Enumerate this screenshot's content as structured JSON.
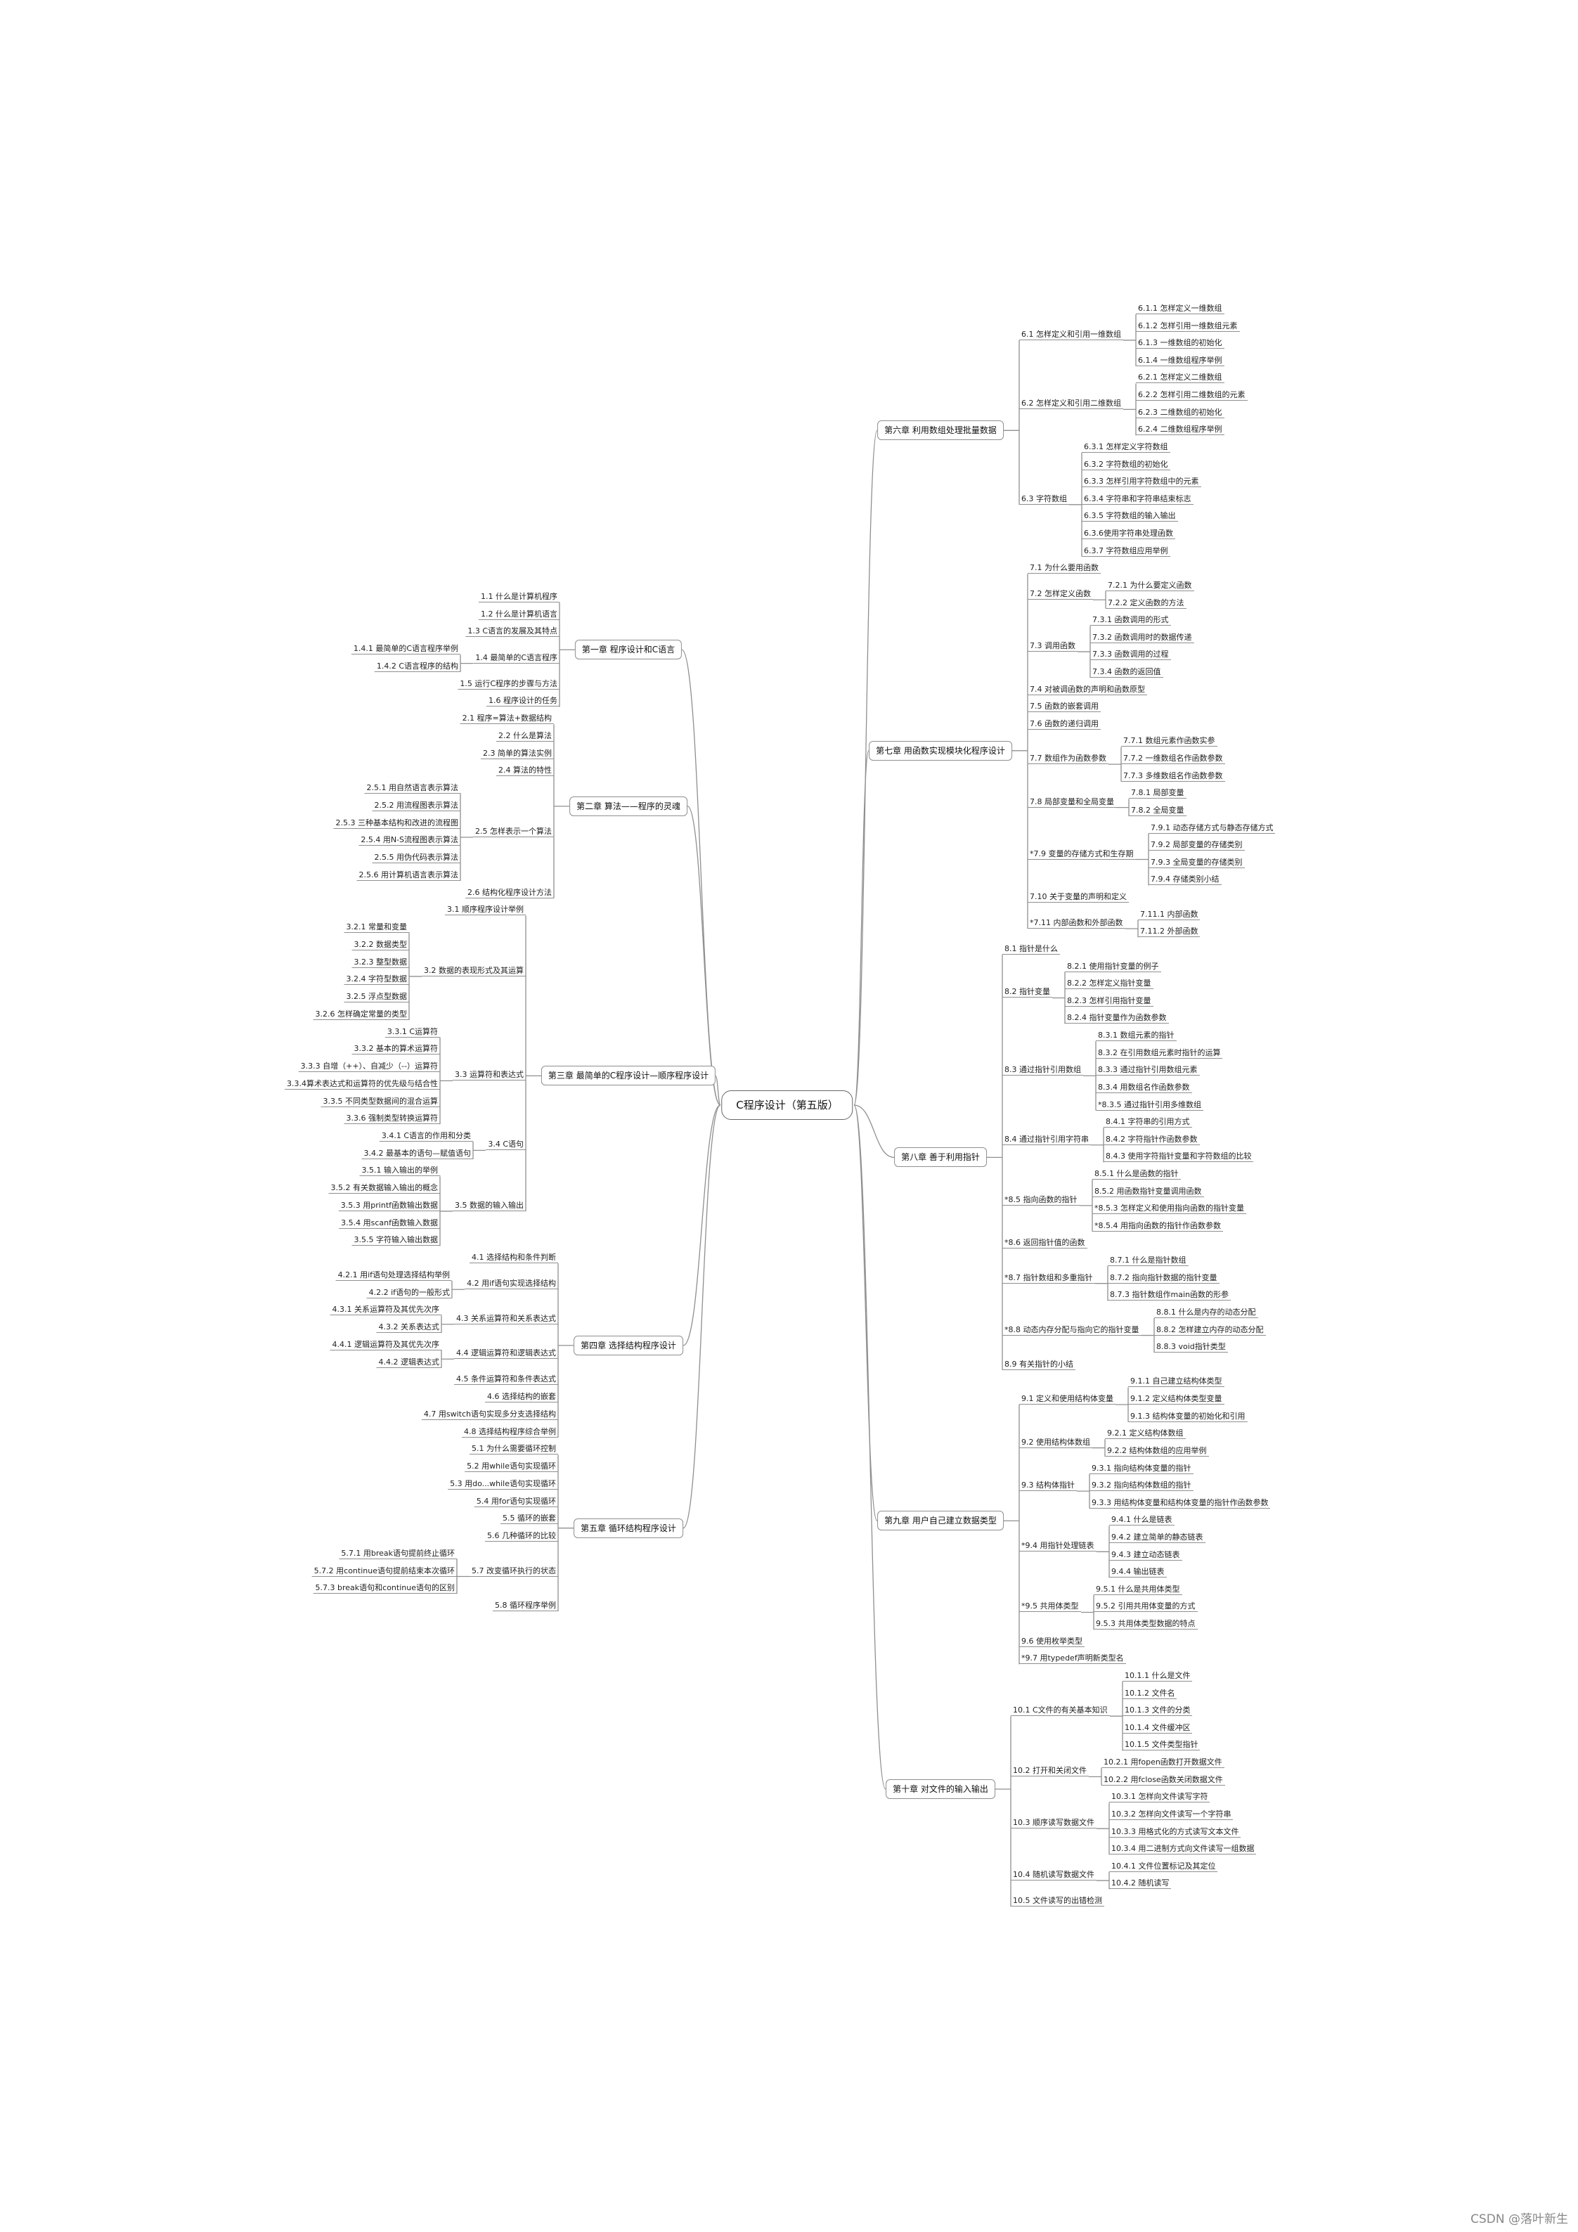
{
  "root": "C程序设计（第五版）",
  "watermark": "CSDN @落叶新生",
  "line_color": "#8f8f8f",
  "left": [
    {
      "label": "第一章 程序设计和C语言",
      "children": [
        {
          "label": "1.1 什么是计算机程序"
        },
        {
          "label": "1.2 什么是计算机语言"
        },
        {
          "label": "1.3 C语言的发展及其特点"
        },
        {
          "label": "1.4 最简单的C语言程序",
          "children": [
            {
              "label": "1.4.1 最简单的C语言程序举例"
            },
            {
              "label": "1.4.2 C语言程序的结构"
            }
          ]
        },
        {
          "label": "1.5 运行C程序的步骤与方法"
        },
        {
          "label": "1.6 程序设计的任务"
        }
      ]
    },
    {
      "label": "第二章 算法——程序的灵魂",
      "children": [
        {
          "label": "2.1 程序=算法+数据结构"
        },
        {
          "label": "2.2 什么是算法"
        },
        {
          "label": "2.3 简单的算法实例"
        },
        {
          "label": "2.4 算法的特性"
        },
        {
          "label": "2.5 怎样表示一个算法",
          "children": [
            {
              "label": "2.5.1 用自然语言表示算法"
            },
            {
              "label": "2.5.2 用流程图表示算法"
            },
            {
              "label": "2.5.3 三种基本结构和改进的流程图"
            },
            {
              "label": "2.5.4 用N-S流程图表示算法"
            },
            {
              "label": "2.5.5 用伪代码表示算法"
            },
            {
              "label": "2.5.6 用计算机语言表示算法"
            }
          ]
        },
        {
          "label": "2.6 结构化程序设计方法"
        }
      ]
    },
    {
      "label": "第三章 最简单的C程序设计—顺序程序设计",
      "children": [
        {
          "label": "3.1 顺序程序设计举例"
        },
        {
          "label": "3.2 数据的表现形式及其运算",
          "children": [
            {
              "label": "3.2.1 常量和变量"
            },
            {
              "label": "3.2.2 数据类型"
            },
            {
              "label": "3.2.3 整型数据"
            },
            {
              "label": "3.2.4 字符型数据"
            },
            {
              "label": "3.2.5 浮点型数据"
            },
            {
              "label": "3.2.6 怎样确定常量的类型"
            }
          ]
        },
        {
          "label": "3.3 运算符和表达式",
          "children": [
            {
              "label": "3.3.1 C运算符"
            },
            {
              "label": "3.3.2 基本的算术运算符"
            },
            {
              "label": "3.3.3 自增（++）、自减少（--）运算符"
            },
            {
              "label": "3.3.4算术表达式和运算符的优先级与结合性"
            },
            {
              "label": "3.3.5 不同类型数据间的混合运算"
            },
            {
              "label": "3.3.6 强制类型转换运算符"
            }
          ]
        },
        {
          "label": "3.4 C语句",
          "children": [
            {
              "label": "3.4.1 C语言的作用和分类"
            },
            {
              "label": "3.4.2 最基本的语句—赋值语句"
            }
          ]
        },
        {
          "label": "3.5 数据的输入输出",
          "children": [
            {
              "label": "3.5.1 输入输出的举例"
            },
            {
              "label": "3.5.2 有关数据输入输出的概念"
            },
            {
              "label": "3.5.3 用printf函数输出数据"
            },
            {
              "label": "3.5.4 用scanf函数输入数据"
            },
            {
              "label": "3.5.5 字符输入输出数据"
            }
          ]
        }
      ]
    },
    {
      "label": "第四章 选择结构程序设计",
      "children": [
        {
          "label": "4.1 选择结构和条件判断"
        },
        {
          "label": "4.2 用if语句实现选择结构",
          "children": [
            {
              "label": "4.2.1 用if语句处理选择结构举例"
            },
            {
              "label": "4.2.2 if语句的一般形式"
            }
          ]
        },
        {
          "label": "4.3 关系运算符和关系表达式",
          "children": [
            {
              "label": "4.3.1 关系运算符及其优先次序"
            },
            {
              "label": "4.3.2 关系表达式"
            }
          ]
        },
        {
          "label": "4.4 逻辑运算符和逻辑表达式",
          "children": [
            {
              "label": "4.4.1 逻辑运算符及其优先次序"
            },
            {
              "label": "4.4.2 逻辑表达式"
            }
          ]
        },
        {
          "label": "4.5 条件运算符和条件表达式"
        },
        {
          "label": "4.6 选择结构的嵌套"
        },
        {
          "label": "4.7 用switch语句实现多分支选择结构"
        },
        {
          "label": "4.8 选择结构程序综合举例"
        }
      ]
    },
    {
      "label": "第五章 循环结构程序设计",
      "children": [
        {
          "label": "5.1 为什么需要循环控制"
        },
        {
          "label": "5.2 用while语句实现循环"
        },
        {
          "label": "5.3 用do...while语句实现循环"
        },
        {
          "label": "5.4 用for语句实现循环"
        },
        {
          "label": "5.5 循环的嵌套"
        },
        {
          "label": "5.6 几种循环的比较"
        },
        {
          "label": "5.7 改变循环执行的状态",
          "children": [
            {
              "label": "5.7.1 用break语句提前终止循环"
            },
            {
              "label": "5.7.2 用continue语句提前结束本次循环"
            },
            {
              "label": "5.7.3 break语句和continue语句的区别"
            }
          ]
        },
        {
          "label": "5.8 循环程序举例"
        }
      ]
    }
  ],
  "right": [
    {
      "label": "第六章 利用数组处理批量数据",
      "children": [
        {
          "label": "6.1 怎样定义和引用一维数组",
          "children": [
            {
              "label": "6.1.1 怎样定义一维数组"
            },
            {
              "label": "6.1.2 怎样引用一维数组元素"
            },
            {
              "label": "6.1.3 一维数组的初始化"
            },
            {
              "label": "6.1.4 一维数组程序举例"
            }
          ]
        },
        {
          "label": "6.2 怎样定义和引用二维数组",
          "children": [
            {
              "label": "6.2.1 怎样定义二维数组"
            },
            {
              "label": "6.2.2 怎样引用二维数组的元素"
            },
            {
              "label": "6.2.3 二维数组的初始化"
            },
            {
              "label": "6.2.4 二维数组程序举例"
            }
          ]
        },
        {
          "label": "6.3 字符数组",
          "children": [
            {
              "label": "6.3.1 怎样定义字符数组"
            },
            {
              "label": "6.3.2 字符数组的初始化"
            },
            {
              "label": "6.3.3 怎样引用字符数组中的元素"
            },
            {
              "label": "6.3.4 字符串和字符串结束标志"
            },
            {
              "label": "6.3.5 字符数组的输入输出"
            },
            {
              "label": "6.3.6使用字符串处理函数"
            },
            {
              "label": "6.3.7 字符数组应用举例"
            }
          ]
        }
      ]
    },
    {
      "label": "第七章 用函数实现模块化程序设计",
      "children": [
        {
          "label": "7.1 为什么要用函数"
        },
        {
          "label": "7.2 怎样定义函数",
          "children": [
            {
              "label": "7.2.1 为什么要定义函数"
            },
            {
              "label": "7.2.2 定义函数的方法"
            }
          ]
        },
        {
          "label": "7.3 调用函数",
          "children": [
            {
              "label": "7.3.1 函数调用的形式"
            },
            {
              "label": "7.3.2 函数调用时的数据传递"
            },
            {
              "label": "7.3.3 函数调用的过程"
            },
            {
              "label": "7.3.4 函数的返回值"
            }
          ]
        },
        {
          "label": "7.4 对被调函数的声明和函数原型"
        },
        {
          "label": "7.5 函数的嵌套调用"
        },
        {
          "label": "7.6 函数的递归调用"
        },
        {
          "label": "7.7 数组作为函数参数",
          "children": [
            {
              "label": "7.7.1 数组元素作函数实参"
            },
            {
              "label": "7.7.2 一维数组名作函数参数"
            },
            {
              "label": "7.7.3 多维数组名作函数参数"
            }
          ]
        },
        {
          "label": "7.8 局部变量和全局变量",
          "children": [
            {
              "label": "7.8.1 局部变量"
            },
            {
              "label": "7.8.2 全局变量"
            }
          ]
        },
        {
          "label": "*7.9 变量的存储方式和生存期",
          "children": [
            {
              "label": "7.9.1 动态存储方式与静态存储方式"
            },
            {
              "label": "7.9.2 局部变量的存储类别"
            },
            {
              "label": "7.9.3 全局变量的存储类别"
            },
            {
              "label": "7.9.4 存储类别小结"
            }
          ]
        },
        {
          "label": "7.10 关于变量的声明和定义"
        },
        {
          "label": "*7.11 内部函数和外部函数",
          "children": [
            {
              "label": "7.11.1 内部函数"
            },
            {
              "label": "7.11.2 外部函数"
            }
          ]
        }
      ]
    },
    {
      "label": "第八章 善于利用指针",
      "children": [
        {
          "label": "8.1 指针是什么"
        },
        {
          "label": "8.2 指针变量",
          "children": [
            {
              "label": "8.2.1 使用指针变量的例子"
            },
            {
              "label": "8.2.2 怎样定义指针变量"
            },
            {
              "label": "8.2.3 怎样引用指针变量"
            },
            {
              "label": "8.2.4 指针变量作为函数参数"
            }
          ]
        },
        {
          "label": "8.3 通过指针引用数组",
          "children": [
            {
              "label": "8.3.1 数组元素的指针"
            },
            {
              "label": "8.3.2 在引用数组元素时指针的运算"
            },
            {
              "label": "8.3.3 通过指针引用数组元素"
            },
            {
              "label": "8.3.4 用数组名作函数参数"
            },
            {
              "label": "*8.3.5 通过指针引用多维数组"
            }
          ]
        },
        {
          "label": "8.4 通过指针引用字符串",
          "children": [
            {
              "label": "8.4.1 字符串的引用方式"
            },
            {
              "label": "8.4.2 字符指针作函数参数"
            },
            {
              "label": "8.4.3 使用字符指针变量和字符数组的比较"
            }
          ]
        },
        {
          "label": "*8.5 指向函数的指针",
          "children": [
            {
              "label": "8.5.1 什么是函数的指针"
            },
            {
              "label": "8.5.2 用函数指针变量调用函数"
            },
            {
              "label": "*8.5.3 怎样定义和使用指向函数的指针变量"
            },
            {
              "label": "*8.5.4 用指向函数的指针作函数参数"
            }
          ]
        },
        {
          "label": "*8.6 返回指针值的函数"
        },
        {
          "label": "*8.7 指针数组和多重指针",
          "children": [
            {
              "label": "8.7.1 什么是指针数组"
            },
            {
              "label": "8.7.2 指向指针数据的指针变量"
            },
            {
              "label": "8.7.3 指针数组作main函数的形参"
            }
          ]
        },
        {
          "label": "*8.8 动态内存分配与指向它的指针变量",
          "children": [
            {
              "label": "8.8.1 什么是内存的动态分配"
            },
            {
              "label": "8.8.2 怎样建立内存的动态分配"
            },
            {
              "label": "8.8.3 void指针类型"
            }
          ]
        },
        {
          "label": "8.9 有关指针的小结"
        }
      ]
    },
    {
      "label": "第九章 用户自己建立数据类型",
      "children": [
        {
          "label": "9.1 定义和使用结构体变量",
          "children": [
            {
              "label": "9.1.1 自己建立结构体类型"
            },
            {
              "label": "9.1.2 定义结构体类型变量"
            },
            {
              "label": "9.1.3 结构体变量的初始化和引用"
            }
          ]
        },
        {
          "label": "9.2 使用结构体数组",
          "children": [
            {
              "label": "9.2.1 定义结构体数组"
            },
            {
              "label": "9.2.2 结构体数组的应用举例"
            }
          ]
        },
        {
          "label": "9.3 结构体指针",
          "children": [
            {
              "label": "9.3.1 指向结构体变量的指针"
            },
            {
              "label": "9.3.2 指向结构体数组的指针"
            },
            {
              "label": "9.3.3 用结构体变量和结构体变量的指针作函数参数"
            }
          ]
        },
        {
          "label": "*9.4 用指针处理链表",
          "children": [
            {
              "label": "9.4.1 什么是链表"
            },
            {
              "label": "9.4.2 建立简单的静态链表"
            },
            {
              "label": "9.4.3 建立动态链表"
            },
            {
              "label": "9.4.4 输出链表"
            }
          ]
        },
        {
          "label": "*9.5 共用体类型",
          "children": [
            {
              "label": "9.5.1 什么是共用体类型"
            },
            {
              "label": "9.5.2 引用共用体变量的方式"
            },
            {
              "label": "9.5.3 共用体类型数据的特点"
            }
          ]
        },
        {
          "label": "9.6 使用枚举类型"
        },
        {
          "label": "*9.7 用typedef声明新类型名"
        }
      ]
    },
    {
      "label": "第十章 对文件的输入输出",
      "children": [
        {
          "label": "10.1 C文件的有关基本知识",
          "children": [
            {
              "label": "10.1.1 什么是文件"
            },
            {
              "label": "10.1.2 文件名"
            },
            {
              "label": "10.1.3 文件的分类"
            },
            {
              "label": "10.1.4 文件缓冲区"
            },
            {
              "label": "10.1.5 文件类型指针"
            }
          ]
        },
        {
          "label": "10.2 打开和关闭文件",
          "children": [
            {
              "label": "10.2.1 用fopen函数打开数据文件"
            },
            {
              "label": "10.2.2 用fclose函数关闭数据文件"
            }
          ]
        },
        {
          "label": "10.3 顺序读写数据文件",
          "children": [
            {
              "label": "10.3.1 怎样向文件读写字符"
            },
            {
              "label": "10.3.2 怎样向文件读写一个字符串"
            },
            {
              "label": "10.3.3 用格式化的方式读写文本文件"
            },
            {
              "label": "10.3.4 用二进制方式向文件读写一组数据"
            }
          ]
        },
        {
          "label": "10.4 随机读写数据文件",
          "children": [
            {
              "label": "10.4.1 文件位置标记及其定位"
            },
            {
              "label": "10.4.2 随机读写"
            }
          ]
        },
        {
          "label": "10.5 文件读写的出错检测"
        }
      ]
    }
  ]
}
